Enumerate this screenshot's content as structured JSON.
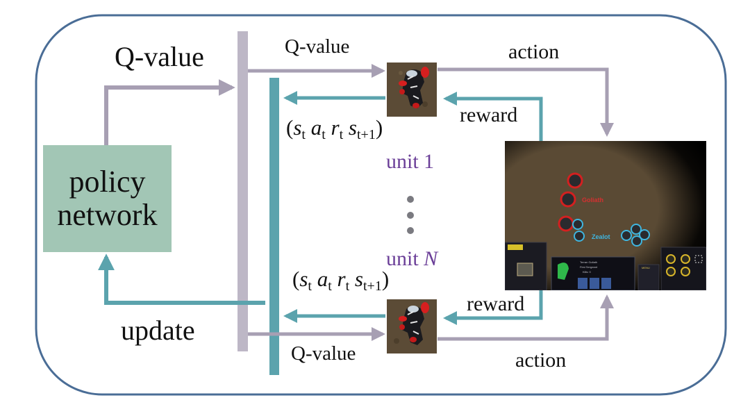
{
  "diagram": {
    "left": {
      "q_value_label": "Q-value",
      "policy_network": {
        "line1": "policy",
        "line2": "network"
      },
      "update_label": "update"
    },
    "top_branch": {
      "q_value_label": "Q-value",
      "action_label": "action",
      "reward_label": "reward",
      "transition_tuple": {
        "s": "s",
        "s_sub": "t",
        "a": "a",
        "a_sub": "t",
        "r": "r",
        "r_sub": "t",
        "s2": "s",
        "s2_sub": "t+1"
      },
      "unit_label": "unit 1"
    },
    "bottom_branch": {
      "q_value_label": "Q-value",
      "action_label": "action",
      "reward_label": "reward",
      "transition_tuple": {
        "s": "s",
        "s_sub": "t",
        "a": "a",
        "a_sub": "t",
        "r": "r",
        "r_sub": "t",
        "s2": "s",
        "s2_sub": "t+1"
      },
      "unit_label_prefix": "unit",
      "unit_label_var": "N"
    },
    "game_screenshot": {
      "enemy_label": "Goliath",
      "ally_label": "Zealot",
      "status_panel": [
        "Terran Goliath",
        "First Sergeant",
        "Kills: 0"
      ],
      "menu_label": "MENU"
    },
    "colors": {
      "border": "#4a6d96",
      "gray_flow": "#b9b3c3",
      "teal_flow": "#5ba3ad",
      "policy_box": "#a2c6b5",
      "unit_label": "#6b3f98"
    }
  }
}
